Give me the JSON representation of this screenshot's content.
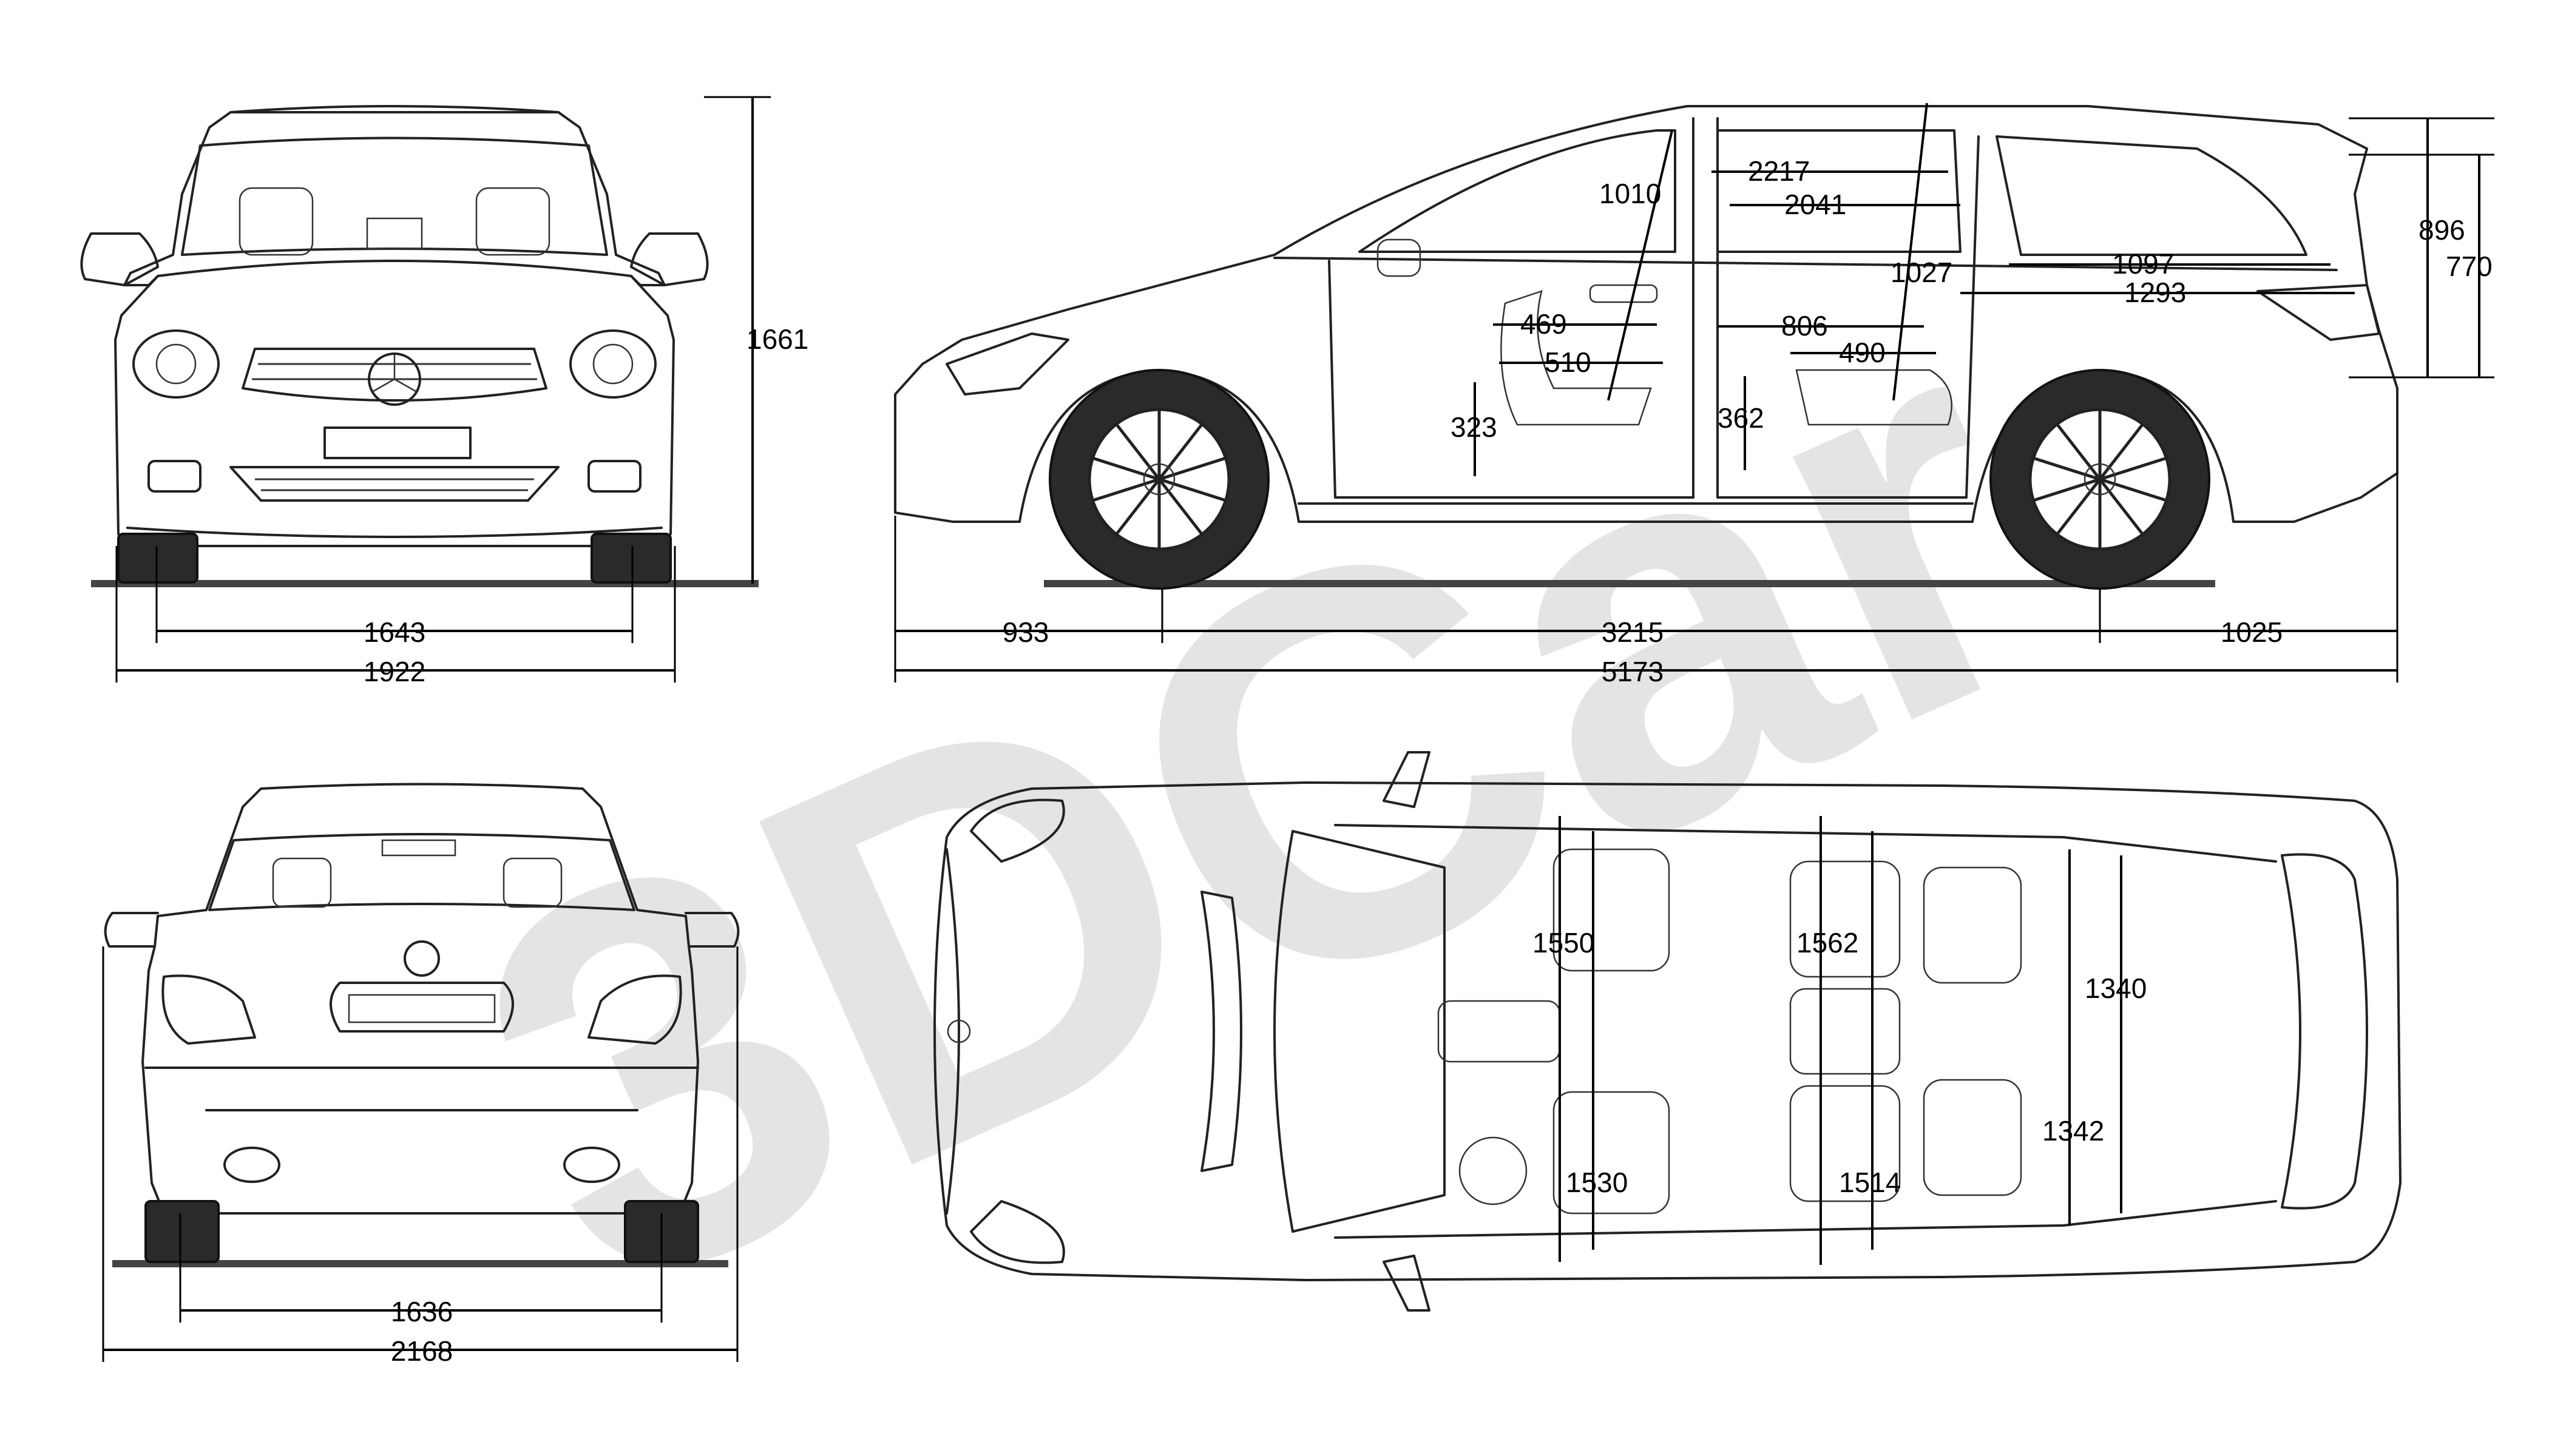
{
  "watermark": "3DCar",
  "dimensions": {
    "front_height": "1661",
    "front_track": "1643",
    "front_width": "1922",
    "rear_track": "1636",
    "rear_width_mirrors": "2168",
    "front_overhang": "933",
    "wheelbase": "3215",
    "rear_overhang": "1025",
    "overall_length": "5173",
    "headroom_front": "1010",
    "legroom_2217": "2217",
    "legroom_2041": "2041",
    "headroom_second": "1027",
    "cargo_length_1097": "1097",
    "cargo_length_1293": "1293",
    "rear_opening_height_896": "896",
    "rear_opening_height_770": "770",
    "front_seat_to_pedal_469": "469",
    "front_seat_510": "510",
    "front_seat_height": "323",
    "second_seat_806": "806",
    "second_seat_490": "490",
    "second_seat_height": "362",
    "shoulder_front": "1550",
    "hip_front": "1530",
    "shoulder_second": "1562",
    "hip_second": "1514",
    "cargo_width_1340": "1340",
    "cargo_width_1342": "1342"
  },
  "colors": {
    "line": "#222222",
    "watermark": "#cfcfcf",
    "background": "#ffffff"
  }
}
